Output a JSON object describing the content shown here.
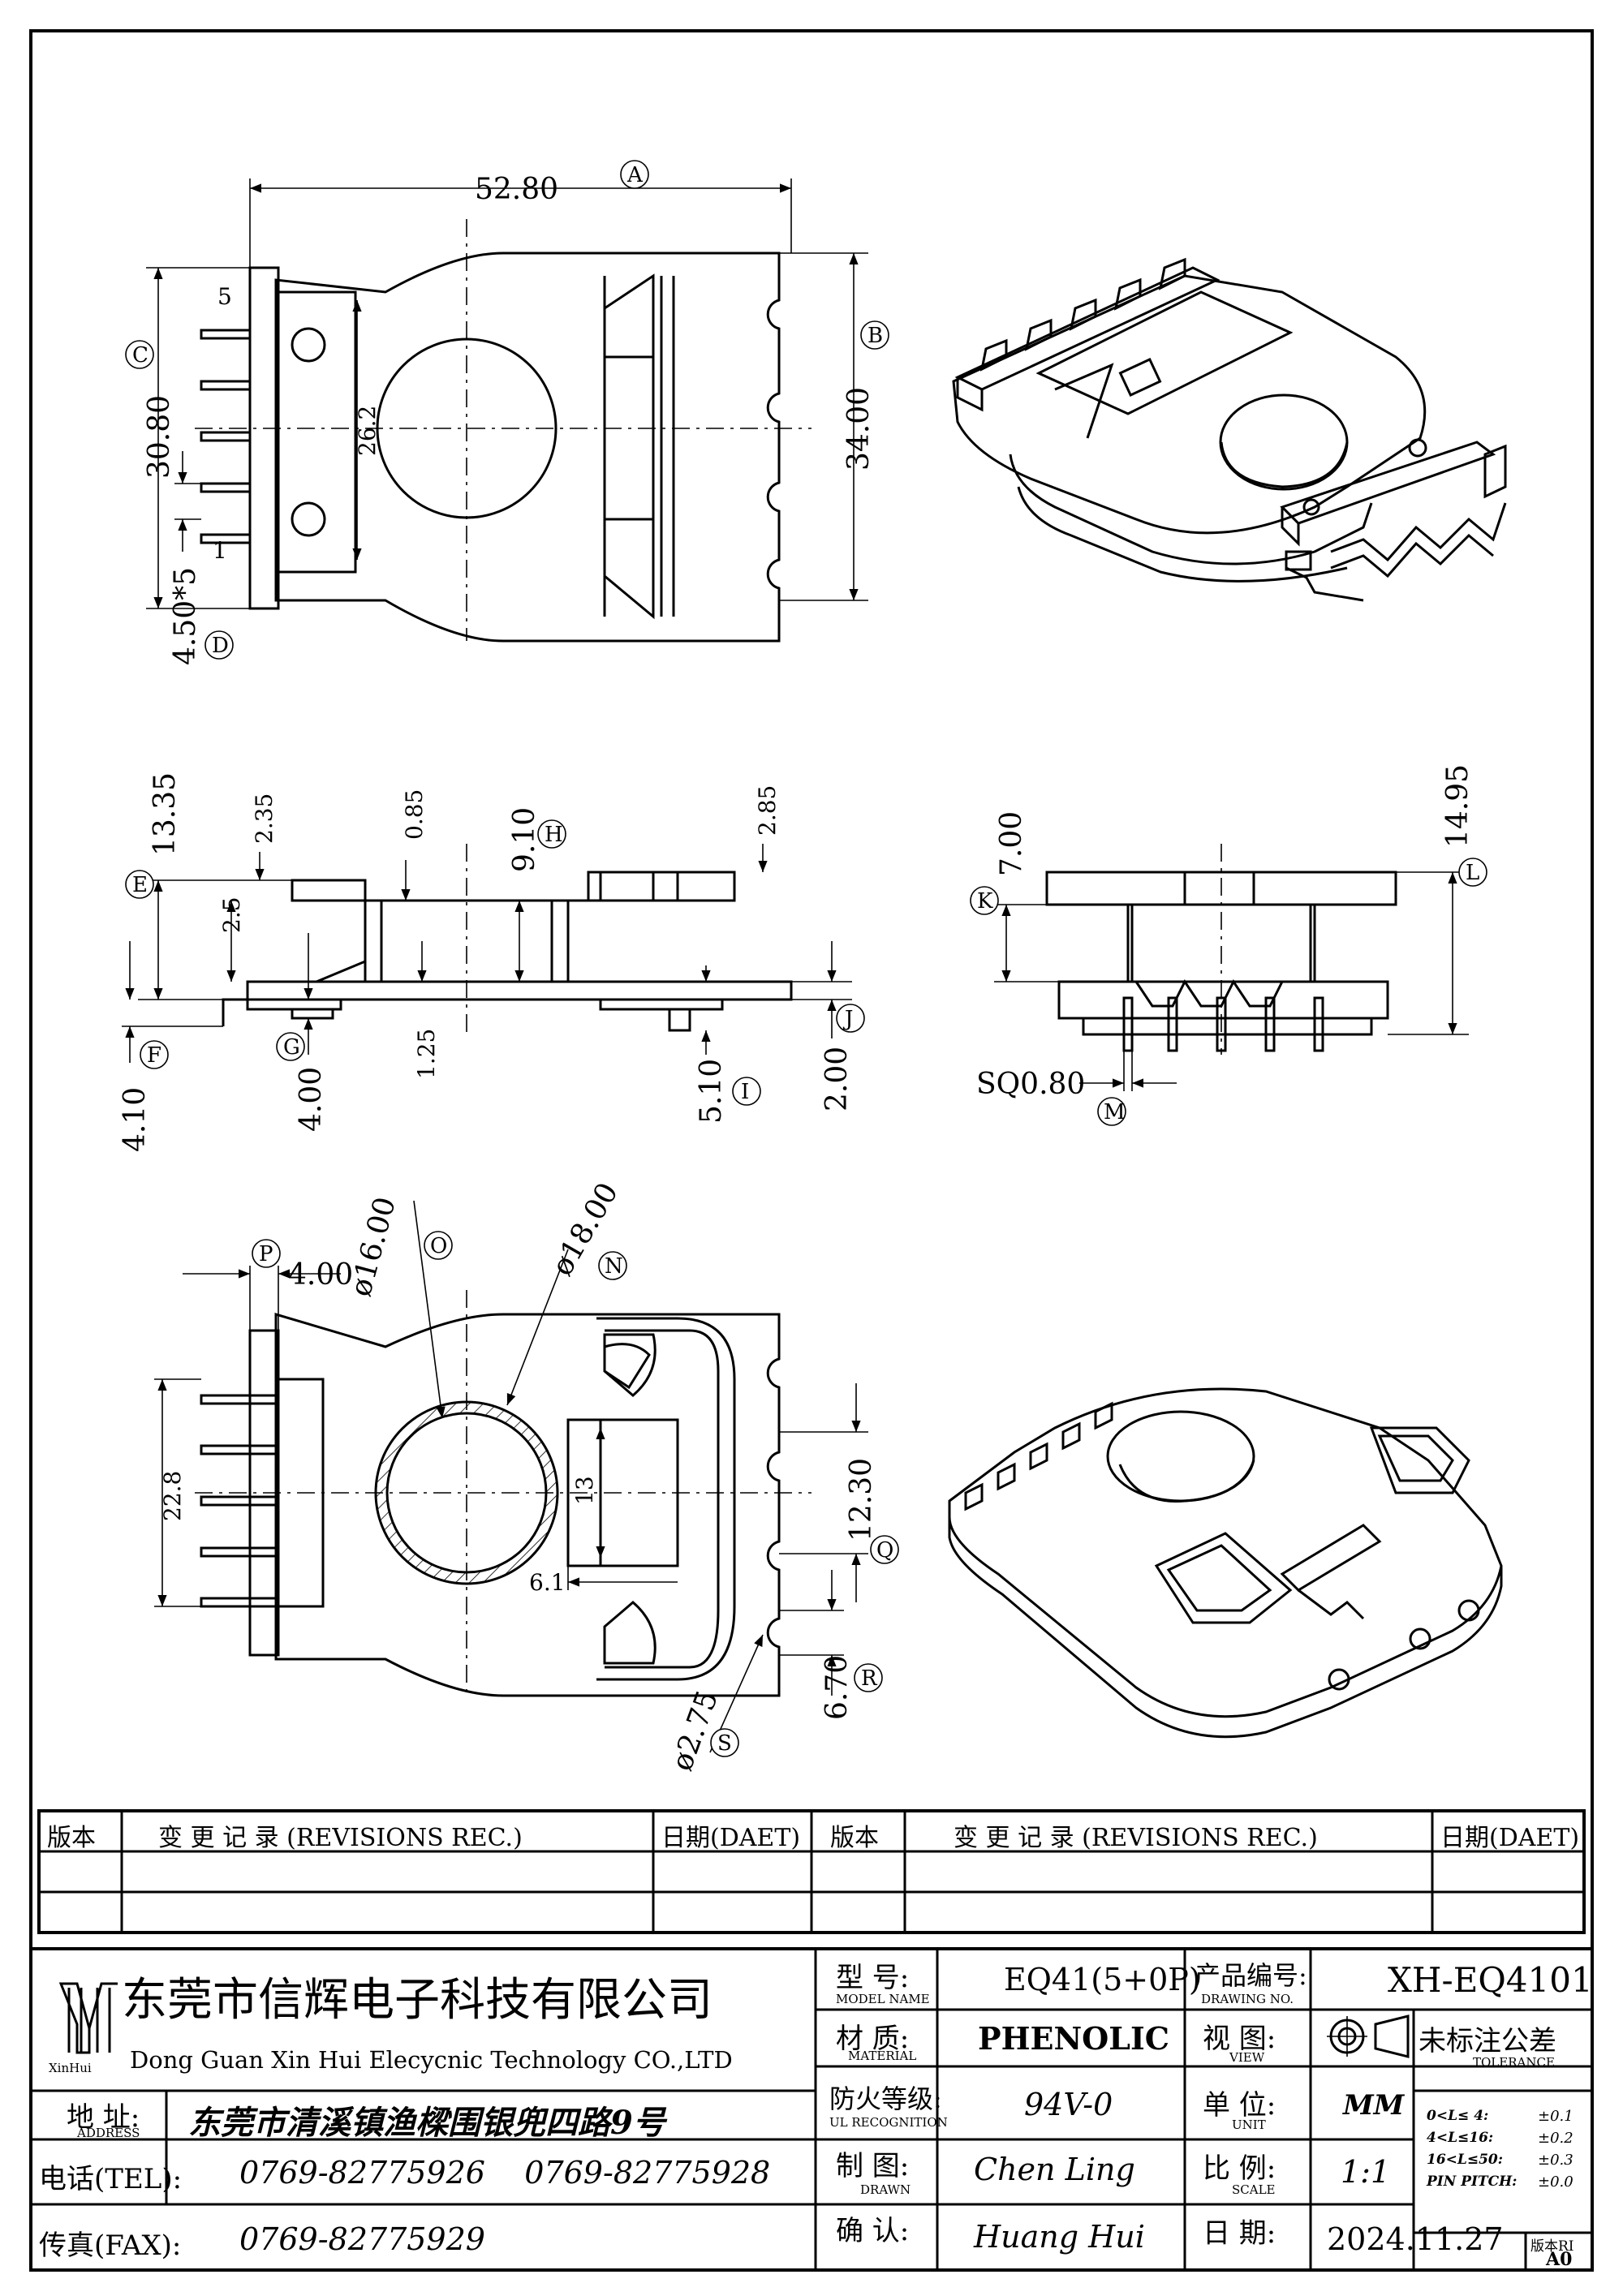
{
  "views": {
    "top": {
      "dims": {
        "A": "52.80",
        "B": "34.00",
        "C": "30.80",
        "D": "4.50*5",
        "w": "26.2"
      },
      "pin_labels": [
        "5",
        "1"
      ]
    },
    "side": {
      "dims": {
        "E": "13.35",
        "F": "4.10",
        "G": "4.00",
        "H": "9.10",
        "I": "5.10",
        "J": "2.00",
        "a": "2.35",
        "b": "0.85",
        "c": "2.85",
        "d": "2.5",
        "e": "1.25"
      }
    },
    "front": {
      "dims": {
        "K": "7.00",
        "L": "14.95",
        "M": "SQ0.80"
      }
    },
    "bottom": {
      "dims": {
        "P": "4.00",
        "O": "ø16.00",
        "N": "ø18.00",
        "Q": "12.30",
        "R": "6.70",
        "S": "ø2.75",
        "h": "22.8",
        "i": "13",
        "j": "6.1"
      }
    },
    "letters": [
      "A",
      "B",
      "C",
      "D",
      "E",
      "F",
      "G",
      "H",
      "I",
      "J",
      "K",
      "L",
      "M",
      "N",
      "O",
      "P",
      "Q",
      "R",
      "S"
    ]
  },
  "revisions": {
    "col_version": "版本",
    "col_record": "变 更 记 录  (REVISIONS REC.)",
    "col_date": "日期(DAET)"
  },
  "title_block": {
    "company_cn": "东莞市信辉电子科技有限公司",
    "company_en": "Dong Guan Xin Hui Elecycnic Technology CO.,LTD",
    "logo_text": "XinHui",
    "address_label": "地  址:",
    "address_label_en": "ADDRESS",
    "address": "东莞市清溪镇渔樑围银兜四路9号",
    "tel_label": "电话(TEL):",
    "tel": "0769-82775926    0769-82775928",
    "fax_label": "传真(FAX):",
    "fax": "0769-82775929",
    "model_label": "型  号:",
    "model_label_en": "MODEL NAME",
    "model": "EQ41(5+0P)",
    "material_label": "材  质:",
    "material_label_en": "MATERIAL",
    "material": "PHENOLIC",
    "ul_label": "防火等级:",
    "ul_label_en": "UL RECOGNITION",
    "ul": "94V-0",
    "drawn_label": "制  图:",
    "drawn_label_en": "DRAWN",
    "drawn": "Chen Ling",
    "check_label": "确  认:",
    "check": "Huang Hui",
    "drawing_no_label": "产品编号:",
    "drawing_no_label_en": "DRAWING NO.",
    "drawing_no": "XH-EQ4101",
    "view_label": "视  图:",
    "view_label_en": "VIEW",
    "unit_label": "单  位:",
    "unit_label_en": "UNIT",
    "unit": "MM",
    "scale_label": "比  例:",
    "scale_label_en": "SCALE",
    "scale": "1:1",
    "date_label": "日  期:",
    "date": "2024.11.27",
    "tolerance_title": "未标注公差",
    "tolerance_en": "TOLERANCE",
    "tolerances": [
      {
        "range": "0<L≤ 4:",
        "value": "±0.1"
      },
      {
        "range": "4<L≤16:",
        "value": "±0.2"
      },
      {
        "range": "16<L≤50:",
        "value": "±0.3"
      },
      {
        "range": "PIN PITCH:",
        "value": "±0.0"
      }
    ],
    "rev_label": "版本RI",
    "rev": "A0"
  }
}
